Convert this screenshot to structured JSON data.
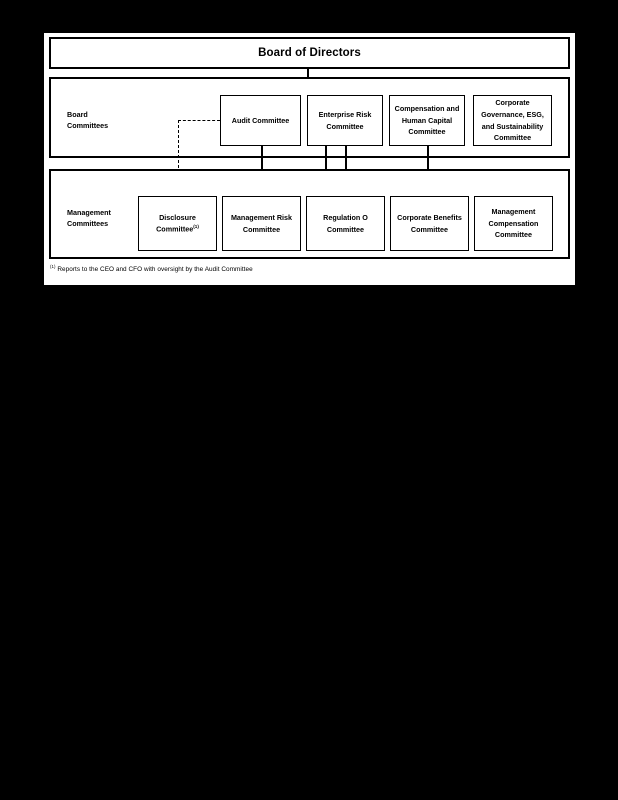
{
  "diagram": {
    "title": "Board of Directors",
    "tiers": [
      {
        "id": "board-committees",
        "label": "Board\nCommittees"
      },
      {
        "id": "management-committees",
        "label": "Management\nCommittees"
      }
    ],
    "board_committees": [
      {
        "name": "Audit Committee"
      },
      {
        "name": "Enterprise Risk\nCommittee"
      },
      {
        "name": "Compensation and\nHuman Capital\nCommittee"
      },
      {
        "name": "Corporate\nGovernance, ESG,\nand Sustainability\nCommittee"
      }
    ],
    "management_committees": [
      {
        "name": "Disclosure\nCommittee",
        "footnote_marker": "(1)"
      },
      {
        "name": "Management Risk\nCommittee",
        "footnote_marker": ""
      },
      {
        "name": "Regulation O\nCommittee",
        "footnote_marker": ""
      },
      {
        "name": "Corporate Benefits\nCommittee",
        "footnote_marker": ""
      },
      {
        "name": "Management\nCompensation\nCommittee",
        "footnote_marker": ""
      }
    ],
    "footnote": {
      "marker": "(1)",
      "text": "Reports to the CEO and CFO with oversight by the Audit Committee"
    },
    "colors": {
      "page_background": "#000000",
      "paper": "#ffffff",
      "line": "#000000",
      "text": "#000000"
    }
  }
}
